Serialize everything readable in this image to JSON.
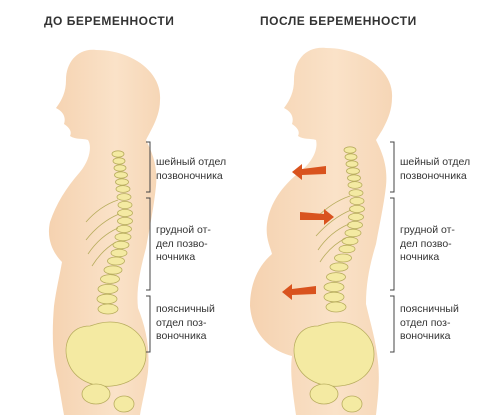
{
  "panels": {
    "before": {
      "title": "ДО БЕРЕМЕННОСТИ",
      "labels": {
        "cervical": "шейный отдел\nпозвоночника",
        "thoracic": "грудной от-\nдел позво-\nночника",
        "lumbar": "поясничный\nотдел поз-\nвоночника"
      }
    },
    "after": {
      "title": "ПОСЛЕ БЕРЕМЕННОСТИ",
      "labels": {
        "cervical": "шейный отдел\nпозвоночника",
        "thoracic": "грудной от-\nдел позво-\nночника",
        "lumbar": "поясничный\nотдел поз-\nвоночника"
      }
    }
  },
  "colors": {
    "body_fill": "#f8dcc0",
    "spine_fill": "#f4eaa2",
    "spine_stroke": "#b8ad5e",
    "arrow": "#d9531e",
    "bracket": "#444444"
  }
}
